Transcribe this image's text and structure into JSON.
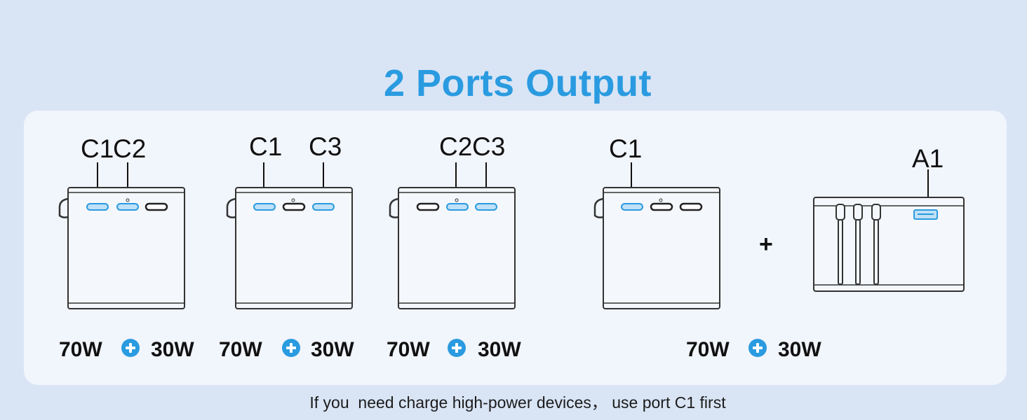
{
  "title": "2 Ports Output",
  "caption": "If you  need charge high-power devices， use port C1 first",
  "accent_color": "#2a9be0",
  "groups": [
    {
      "ports": [
        "C1",
        "C2"
      ],
      "active_ports": [
        "C1",
        "C2"
      ],
      "watt_left": "70W",
      "watt_right": "30W"
    },
    {
      "ports": [
        "C1",
        "C3"
      ],
      "active_ports": [
        "C1",
        "C3"
      ],
      "watt_left": "70W",
      "watt_right": "30W"
    },
    {
      "ports": [
        "C2",
        "C3"
      ],
      "active_ports": [
        "C2",
        "C3"
      ],
      "watt_left": "70W",
      "watt_right": "30W"
    },
    {
      "ports": [
        "C1",
        "A1"
      ],
      "active_ports": [
        "C1",
        "A1"
      ],
      "watt_left": "70W",
      "watt_right": "30W"
    }
  ],
  "labels": {
    "g1_left": "C1",
    "g1_right": "C2",
    "g2_left": "C1",
    "g2_right": "C3",
    "g3_left": "C2",
    "g3_right": "C3",
    "g4_c": "C1",
    "g4_a": "A1"
  },
  "icons": {
    "plus_circle": "plus-circle-icon",
    "plus": "plus-icon"
  }
}
